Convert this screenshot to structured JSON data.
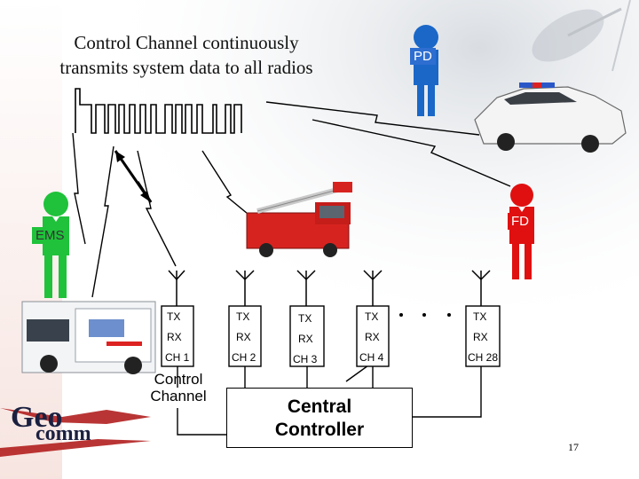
{
  "header": {
    "line1": "Control Channel continuously",
    "line2": "transmits system data to all radios"
  },
  "agencies": {
    "pd": "PD",
    "fd": "FD",
    "ems": "EMS"
  },
  "colors": {
    "pd": "#1a67c8",
    "fd": "#e01010",
    "ems": "#1fc23a",
    "logo_red": "#b22020"
  },
  "channels": [
    {
      "tx": "TX",
      "rx": "RX",
      "ch": "CH 1"
    },
    {
      "tx": "TX",
      "rx": "RX",
      "ch": "CH 2"
    },
    {
      "tx": "TX",
      "rx": "RX",
      "ch": "CH 3"
    },
    {
      "tx": "TX",
      "rx": "RX",
      "ch": "CH 4"
    },
    {
      "tx": "TX",
      "rx": "RX",
      "ch": "CH 28"
    }
  ],
  "control_channel": {
    "line1": "Control",
    "line2": "Channel"
  },
  "central_controller": {
    "line1": "Central",
    "line2": "Controller"
  },
  "logo": {
    "text_top": "Geo",
    "text_bottom": "comm"
  },
  "page_number": "17"
}
